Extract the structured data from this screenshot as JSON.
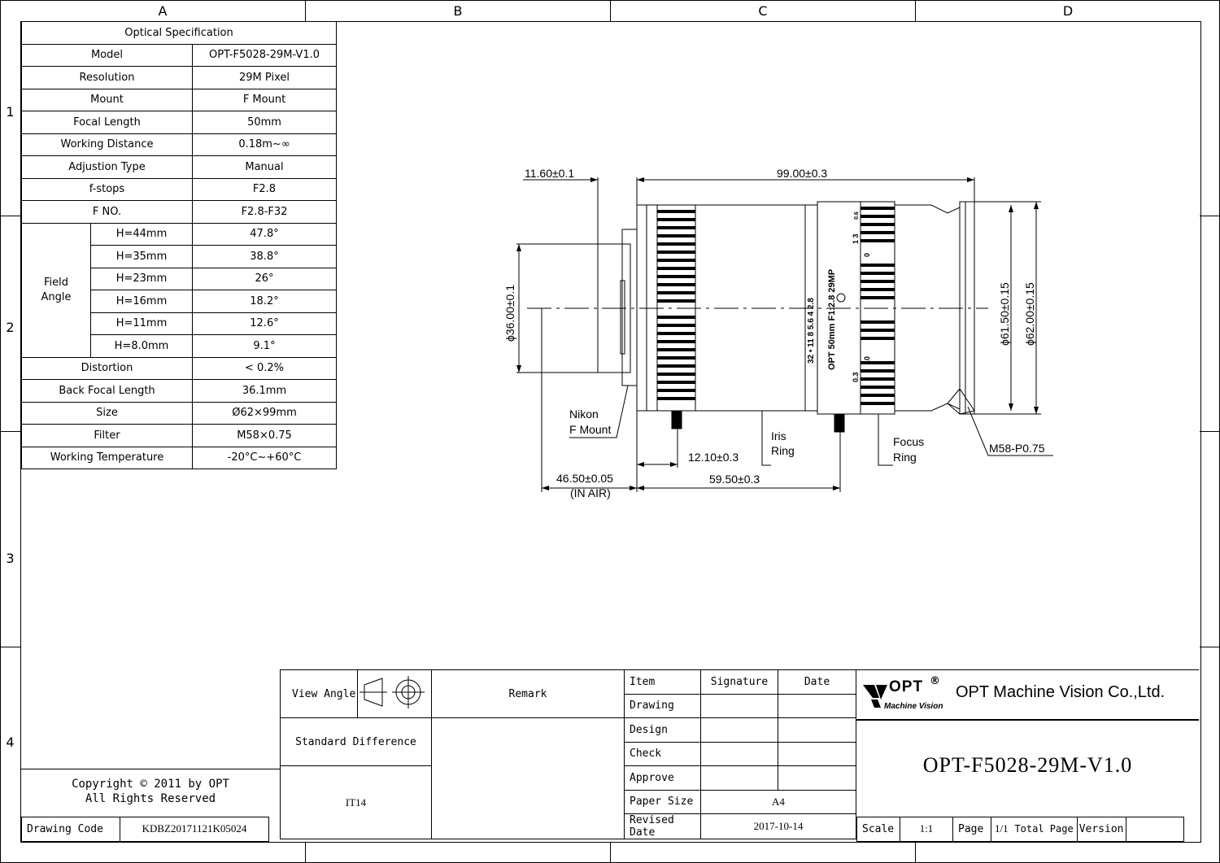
{
  "grid": {
    "columns": [
      "A",
      "B",
      "C",
      "D"
    ],
    "rows": [
      "1",
      "2",
      "3",
      "4"
    ]
  },
  "spec": {
    "title": "Optical Specification",
    "rows": [
      {
        "label": "Model",
        "value": "OPT-F5028-29M-V1.0"
      },
      {
        "label": "Resolution",
        "value": "29M Pixel"
      },
      {
        "label": "Mount",
        "value": "F Mount"
      },
      {
        "label": "Focal Length",
        "value": "50mm"
      },
      {
        "label": "Working Distance",
        "value": "0.18m~∞"
      },
      {
        "label": "Adjustion Type",
        "value": "Manual"
      },
      {
        "label": "f-stops",
        "value": "F2.8"
      },
      {
        "label": "F NO.",
        "value": "F2.8-F32"
      }
    ],
    "field_angle_label": "Field Angle",
    "field_angle": [
      {
        "label": "H=44mm",
        "value": "47.8°"
      },
      {
        "label": "H=35mm",
        "value": "38.8°"
      },
      {
        "label": "H=23mm",
        "value": "26°"
      },
      {
        "label": "H=16mm",
        "value": "18.2°"
      },
      {
        "label": "H=11mm",
        "value": "12.6°"
      },
      {
        "label": "H=8.0mm",
        "value": "9.1°"
      }
    ],
    "rows2": [
      {
        "label": "Distortion",
        "value": "< 0.2%"
      },
      {
        "label": "Back Focal Length",
        "value": "36.1mm"
      },
      {
        "label": "Size",
        "value": "Ø62×99mm"
      },
      {
        "label": "Filter",
        "value": "M58×0.75"
      },
      {
        "label": "Working Temperature",
        "value": "-20°C~+60°C"
      }
    ]
  },
  "drawing": {
    "dim_11_60": "11.60±0.1",
    "dim_99_00": "99.00±0.3",
    "dim_36_00": "ϕ36.00±0.1",
    "dim_61_50": "ϕ61.50±0.15",
    "dim_62_00": "ϕ62.00±0.15",
    "dim_12_10": "12.10±0.3",
    "dim_46_50": "46.50±0.05",
    "dim_in_air": "(IN AIR)",
    "dim_59_50": "59.50±0.3",
    "nikon_1": "Nikon",
    "nikon_2": "F Mount",
    "iris_1": "Iris",
    "iris_2": "Ring",
    "focus_1": "Focus",
    "focus_2": "Ring",
    "thread": "M58-P0.75",
    "lens_text": "OPT 50mm F1:2.8 29MP",
    "f_scale": "32 • 11 8 5.6 4 2.8",
    "d_scale_a": "0.3",
    "d_scale_b": "10",
    "d_scale_c": "0",
    "d_scale_d": "1 3",
    "d_scale_e": "0.6"
  },
  "title_block": {
    "copyright": "Copyright © 2011 by OPT",
    "rights": "All Rights Reserved",
    "drawing_code_label": "Drawing Code",
    "drawing_code": "KDBZ20171121K05024",
    "view_angle": "View Angle",
    "remark": "Remark",
    "standard_difference": "Standard Difference",
    "tolerance": "IT14",
    "item": "Item",
    "signature": "Signature",
    "date": "Date",
    "drawing": "Drawing",
    "design": "Design",
    "check": "Check",
    "approve": "Approve",
    "paper_size_label": "Paper Size",
    "paper_size": "A4",
    "revised_date_label": "Revised Date",
    "revised_date": "2017-10-14",
    "logo_text": "OPT",
    "logo_sub": "Machine Vision",
    "company": "OPT Machine Vision Co.,Ltd.",
    "part_number": "OPT-F5028-29M-V1.0",
    "scale_label": "Scale",
    "scale": "1:1",
    "page_label": "Page",
    "page": "1/1",
    "total_page_label": "Total Page",
    "version_label": "Version"
  }
}
